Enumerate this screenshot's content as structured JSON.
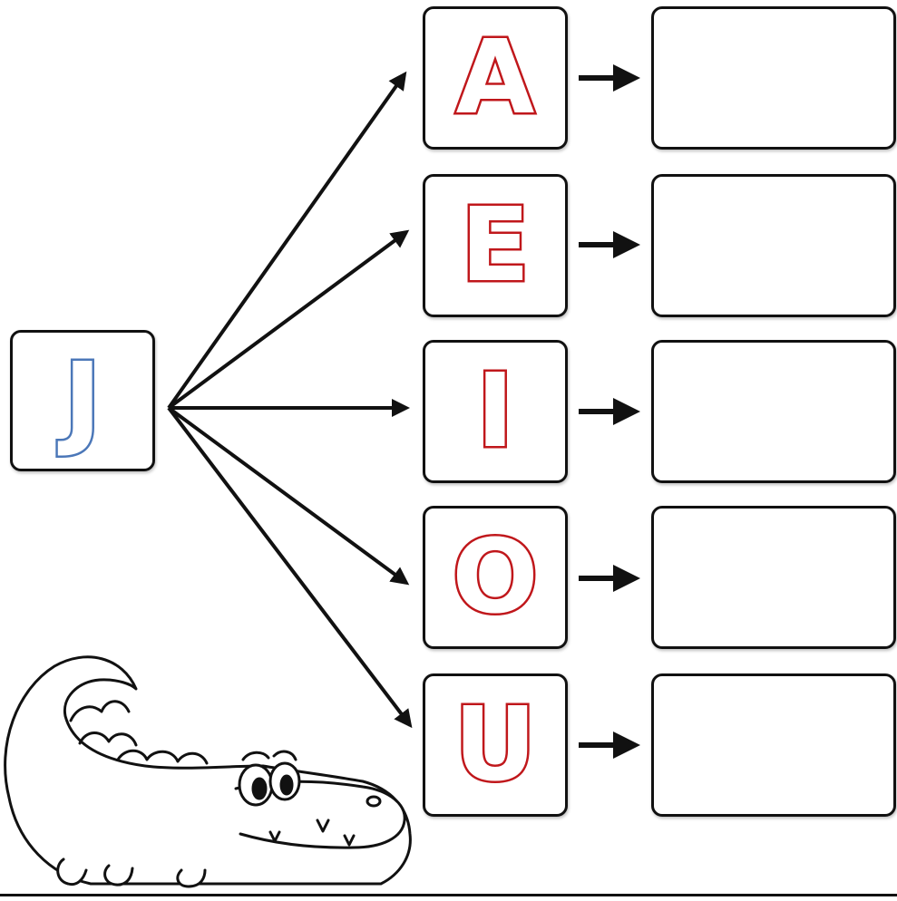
{
  "source": {
    "letter": "J"
  },
  "vowels": [
    {
      "letter": "A"
    },
    {
      "letter": "E"
    },
    {
      "letter": "I"
    },
    {
      "letter": "O"
    },
    {
      "letter": "U"
    }
  ],
  "answers": [
    "",
    "",
    "",
    "",
    ""
  ],
  "colors": {
    "vowel": "#c0171b",
    "consonant": "#4b77b8",
    "line": "#111111"
  },
  "illustration": "crocodile"
}
